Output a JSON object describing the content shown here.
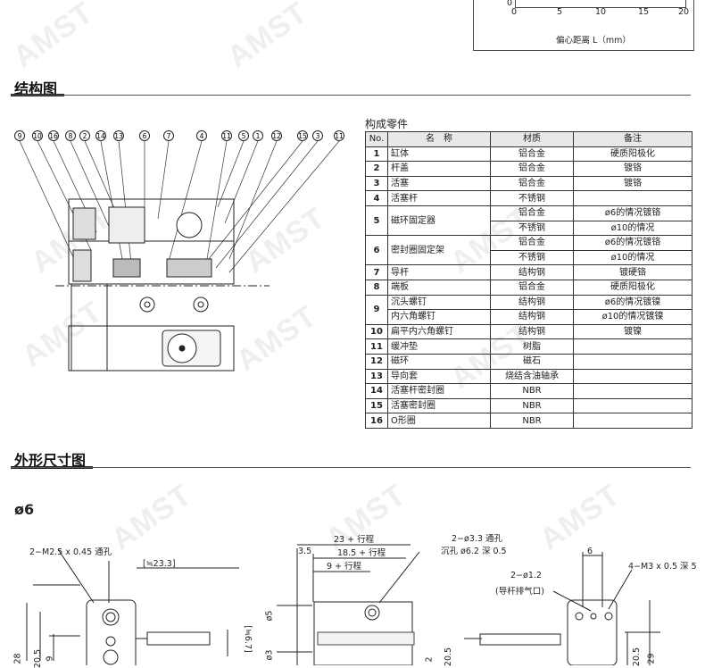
{
  "watermark": "AMST",
  "graph_fragment": {
    "ticks": [
      "0",
      "5",
      "10",
      "15",
      "20"
    ],
    "y_tick": "0",
    "xlabel": "偏心距离 L（mm）"
  },
  "sections": {
    "structure": "结构图",
    "dimensions": "外形尺寸图"
  },
  "callouts": [
    "9",
    "10",
    "16",
    "8",
    "2",
    "14",
    "13",
    "6",
    "7",
    "4",
    "11",
    "5",
    "1",
    "12",
    "15",
    "3",
    "11"
  ],
  "parts": {
    "title": "构成零件",
    "headers": {
      "no": "No.",
      "name": "名　称",
      "material": "材质",
      "note": "备注"
    },
    "rows": [
      {
        "no": "1",
        "name": "缸体",
        "material": "铝合金",
        "note": "硬质阳极化"
      },
      {
        "no": "2",
        "name": "杆盖",
        "material": "铝合金",
        "note": "镀铬"
      },
      {
        "no": "3",
        "name": "活塞",
        "material": "铝合金",
        "note": "镀铬"
      },
      {
        "no": "4",
        "name": "活塞杆",
        "material": "不锈钢",
        "note": ""
      },
      {
        "no": "5",
        "name": "磁环固定器",
        "material": "铝合金",
        "note": "ø6的情况镀铬",
        "material2": "不锈钢",
        "note2": "ø10的情况"
      },
      {
        "no": "6",
        "name": "密封圈固定架",
        "material": "铝合金",
        "note": "ø6的情况镀铬",
        "material2": "不锈钢",
        "note2": "ø10的情况"
      },
      {
        "no": "7",
        "name": "导杆",
        "material": "结构钢",
        "note": "镀硬铬"
      },
      {
        "no": "8",
        "name": "端板",
        "material": "铝合金",
        "note": "硬质阳极化"
      },
      {
        "no": "9",
        "name": "沉头螺钉",
        "material": "结构钢",
        "note": "ø6的情况镀镍",
        "name2": "内六角螺钉",
        "material2": "结构钢",
        "note2": "ø10的情况镀镍"
      },
      {
        "no": "10",
        "name": "扁平内六角螺钉",
        "material": "结构钢",
        "note": "镀镍"
      },
      {
        "no": "11",
        "name": "缓冲垫",
        "material": "树脂",
        "note": ""
      },
      {
        "no": "12",
        "name": "磁环",
        "material": "磁石",
        "note": ""
      },
      {
        "no": "13",
        "name": "导向套",
        "material": "烧结含油轴承",
        "note": ""
      },
      {
        "no": "14",
        "name": "活塞杆密封圈",
        "material": "NBR",
        "note": ""
      },
      {
        "no": "15",
        "name": "活塞密封圈",
        "material": "NBR",
        "note": ""
      },
      {
        "no": "16",
        "name": "O形圈",
        "material": "NBR",
        "note": ""
      }
    ]
  },
  "dims": {
    "bore": "ø6",
    "left": {
      "tap": "2−M2.5 x 0.45 通孔",
      "w": "[≒23.3]",
      "h1": "28",
      "h2": "20.5",
      "h3": "9",
      "side": "[≒6.7]"
    },
    "mid": {
      "a": "23 + 行程",
      "b": "18.5 + 行程",
      "c": "9 + 行程",
      "d": "3.5",
      "holes": "2−ø3.3 通孔",
      "cb": "沉孔 ø6.2 深 0.5",
      "v1": "ø5",
      "v2": "ø3",
      "v3": "2",
      "v4": "20.5"
    },
    "right": {
      "w": "6",
      "tap": "4−M3 x 0.5 深 5",
      "vent": "2−ø1.2",
      "vent_note": "(导杆排气口)",
      "h1": "20.5",
      "h2": "29"
    }
  }
}
